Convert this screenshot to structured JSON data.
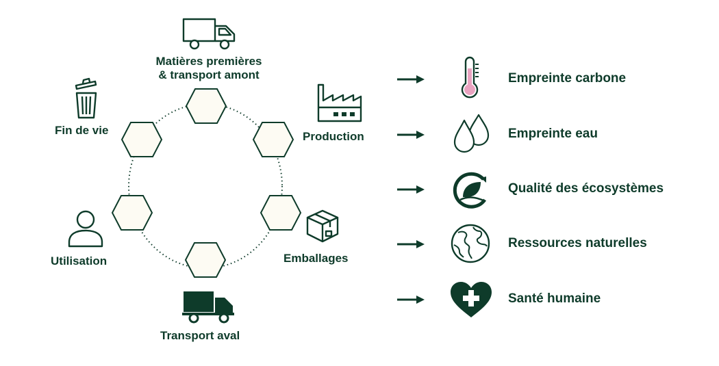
{
  "lifecycle": {
    "stages": [
      {
        "id": "raw",
        "label_line1": "Matières premières",
        "label_line2": "& transport amont",
        "icon": "delivery-truck-outline-icon"
      },
      {
        "id": "production",
        "label": "Production",
        "icon": "factory-icon"
      },
      {
        "id": "packaging",
        "label": "Emballages",
        "icon": "box-icon"
      },
      {
        "id": "downstream",
        "label": "Transport aval",
        "icon": "delivery-truck-filled-icon"
      },
      {
        "id": "use",
        "label": "Utilisation",
        "icon": "person-icon"
      },
      {
        "id": "eol",
        "label": "Fin de vie",
        "icon": "trash-bin-icon"
      }
    ]
  },
  "impacts": [
    {
      "label": "Empreinte carbone",
      "icon": "thermometer-icon"
    },
    {
      "label": "Empreinte eau",
      "icon": "water-drops-icon"
    },
    {
      "label": "Qualité des écosystèmes",
      "icon": "leaf-cycle-icon"
    },
    {
      "label": "Ressources naturelles",
      "icon": "globe-icon"
    },
    {
      "label": "Santé humaine",
      "icon": "heart-cross-icon"
    }
  ],
  "colors": {
    "primary": "#0e3b2a",
    "hex_fill": "#fdfbf3",
    "thermo_pink": "#e9a3c0"
  }
}
